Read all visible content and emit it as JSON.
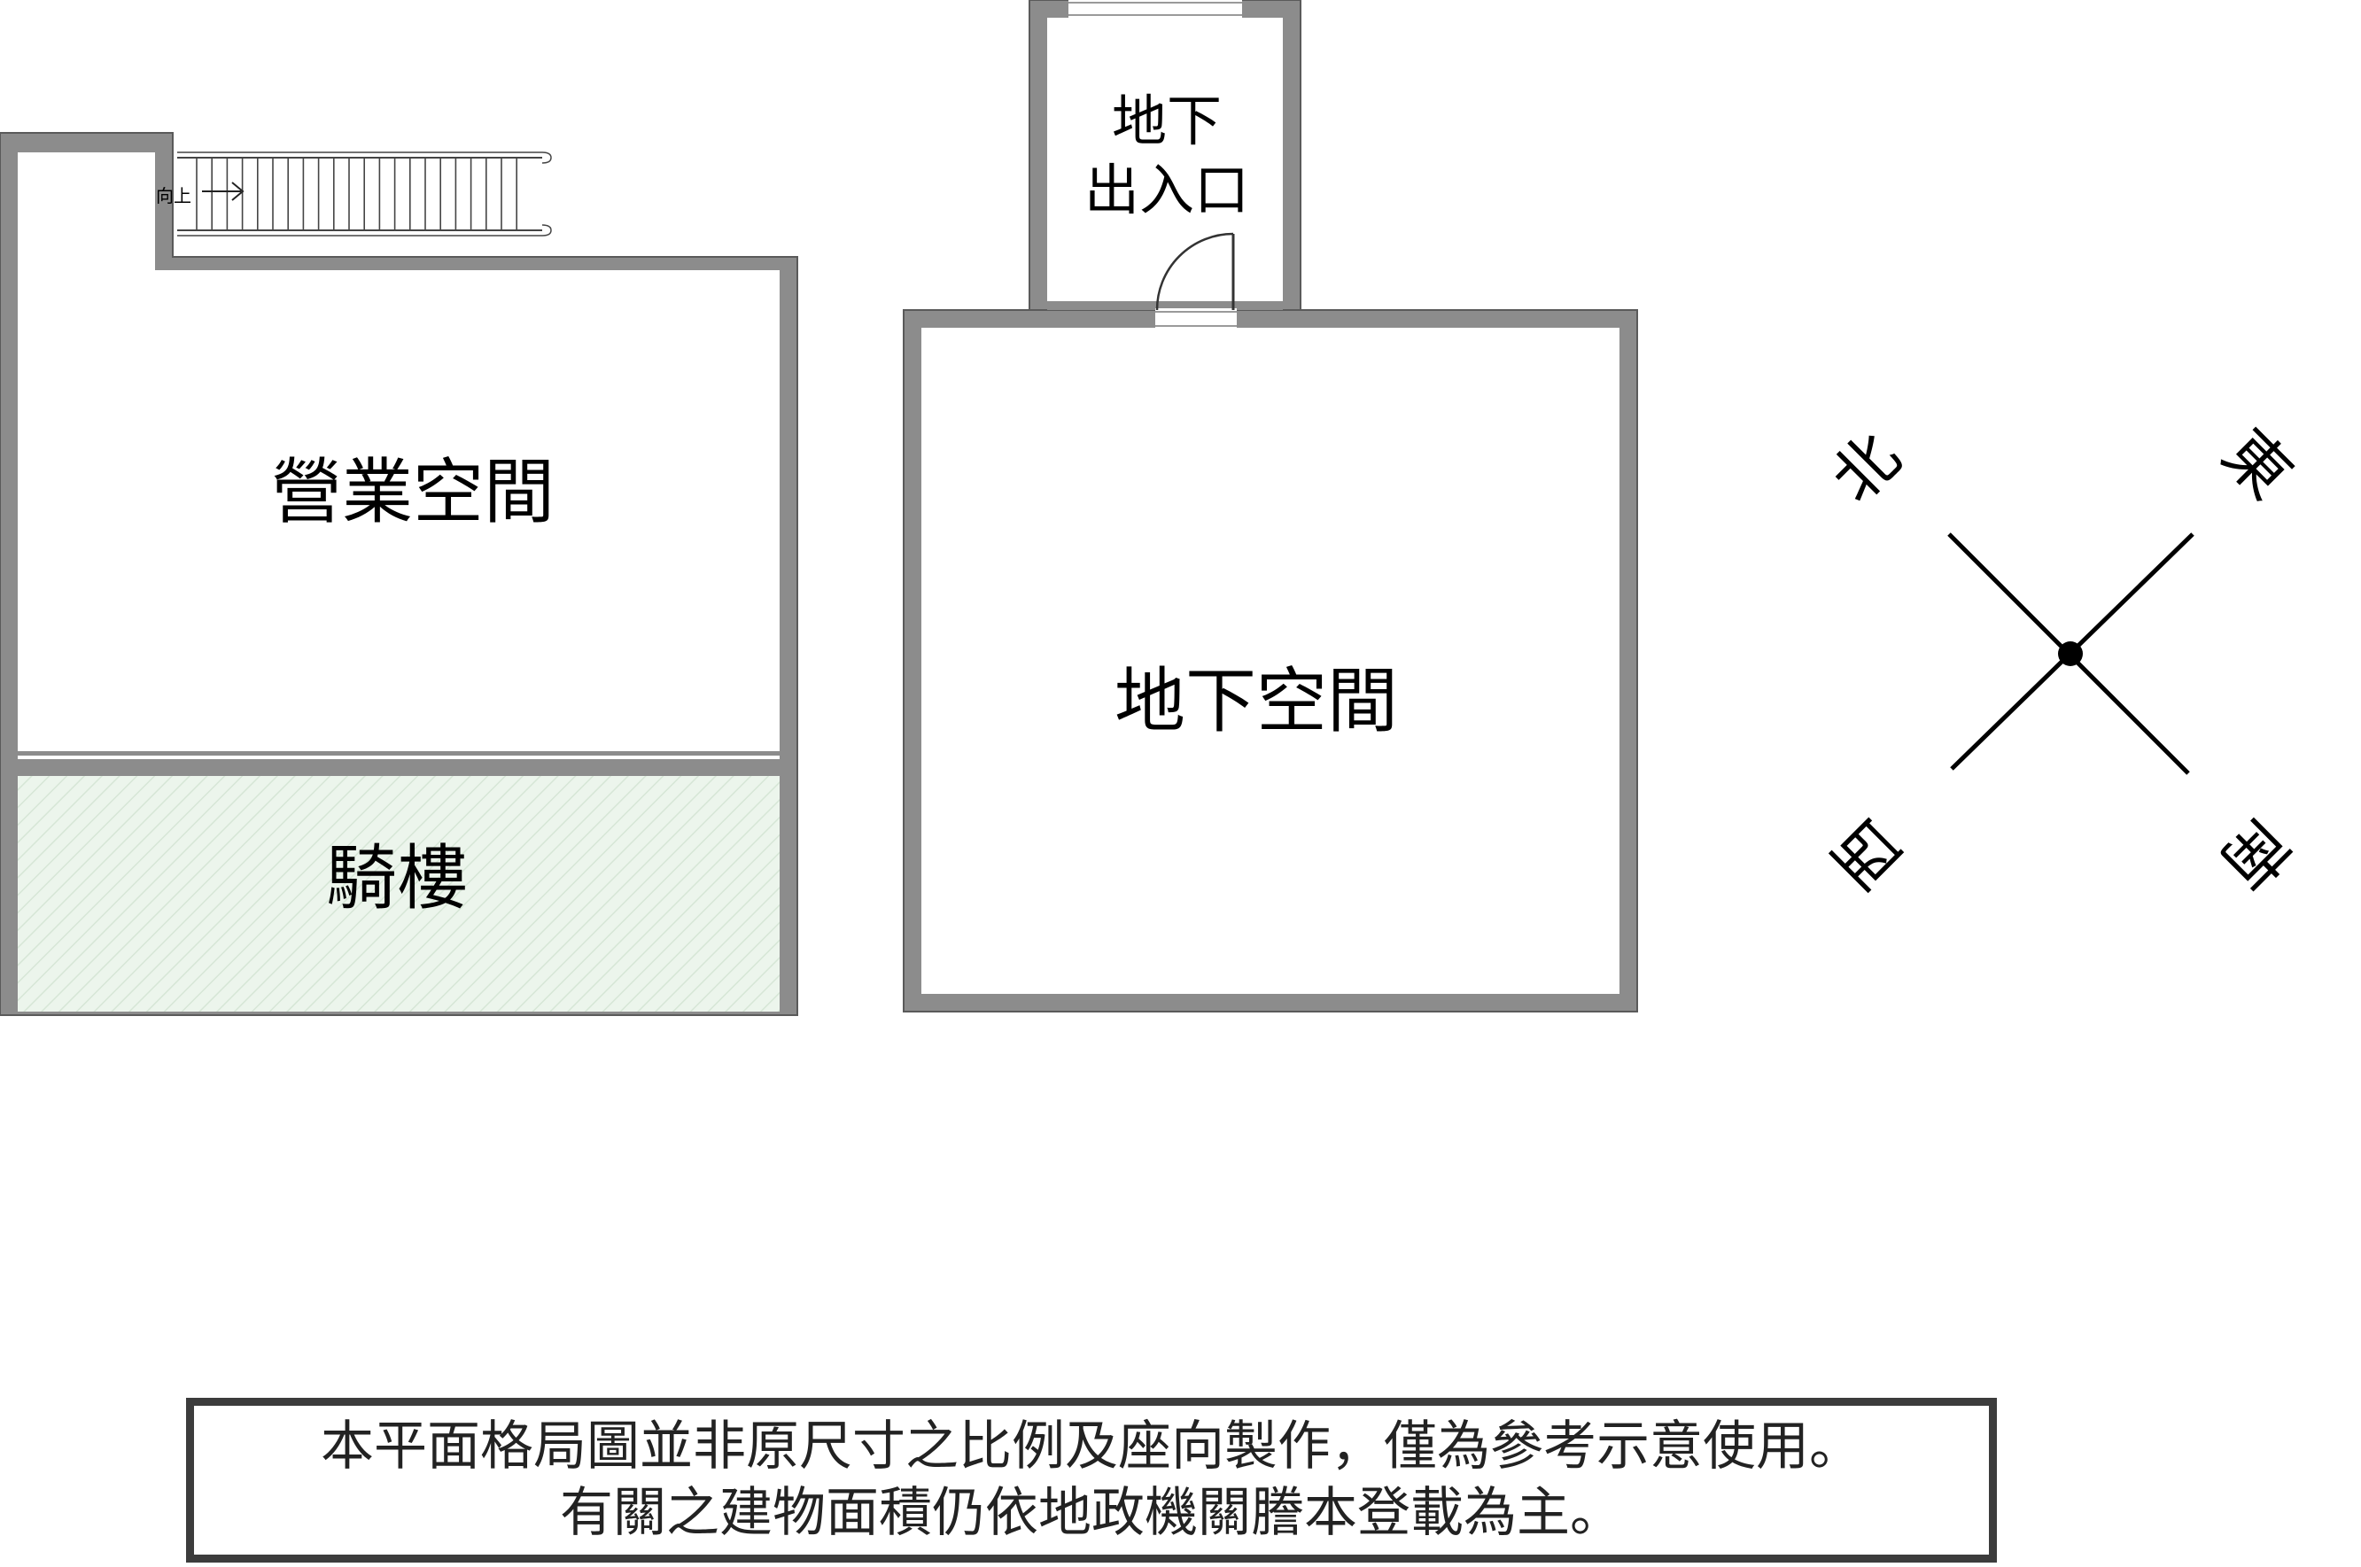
{
  "rooms": {
    "business_space": "營業空間",
    "arcade": "騎樓",
    "basement_space": "地下空間",
    "basement_entrance_line1": "地下",
    "basement_entrance_line2": "出入口"
  },
  "stairs": {
    "label": "向上"
  },
  "compass": {
    "north": "北",
    "east": "東",
    "west": "西",
    "south": "南"
  },
  "disclaimer": {
    "line1": "本平面格局圖並非原尺寸之比例及座向製作，僅為參考示意使用。",
    "line2": "有關之建物面積仍依地政機關謄本登載為主。"
  },
  "colors": {
    "wall": "#8c8c8c",
    "wall_edge": "#6a6a6a",
    "arcade_fill": "#e9f3e9",
    "ink": "#000000"
  }
}
